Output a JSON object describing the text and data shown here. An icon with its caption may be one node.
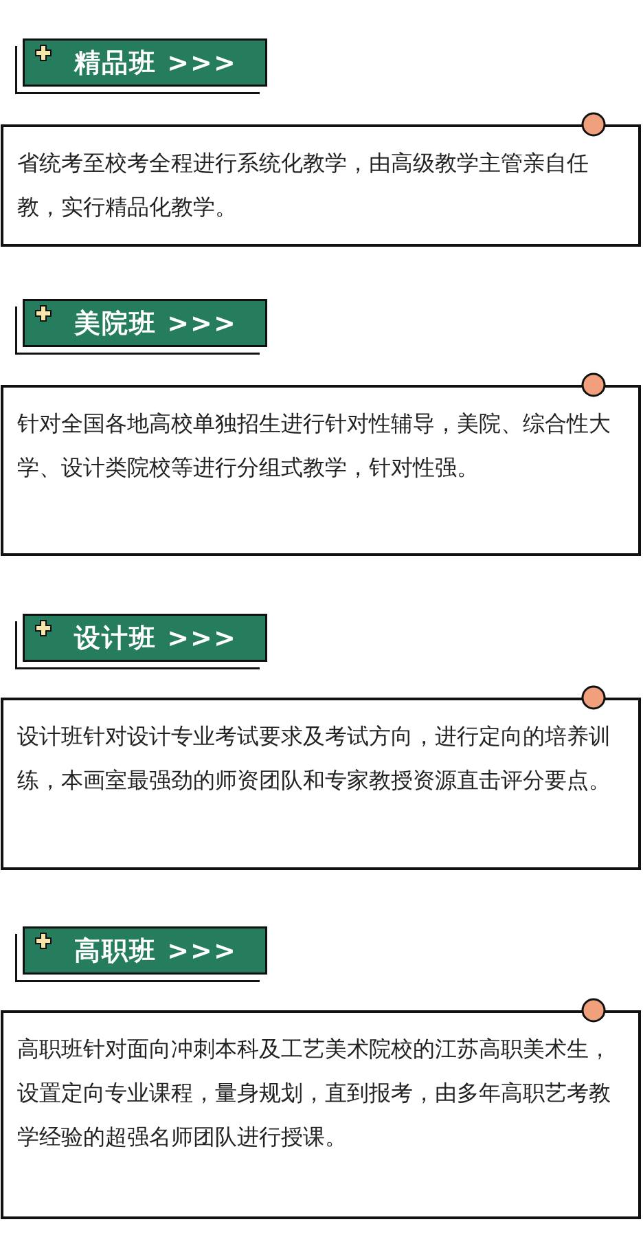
{
  "diagram": {
    "nodes": [
      {
        "text": [
          "精品班 >>>"
        ]
      },
      {
        "text": [
          "省统考至校考全程进行系统化教学，由高级教学主管亲自任教，实行精品化教学。"
        ]
      },
      {
        "text": [
          "美院班 >>>"
        ]
      },
      {
        "text": [
          "针对全国各地高校单独招生进行针对性辅导，美院、综合性大学、设计类院校等进行分组式教学，针对性强。"
        ]
      },
      {
        "text": [
          "设计班 >>>"
        ]
      },
      {
        "text": [
          "设计班针对设计专业考试要求及考试方向，进行定向的培养训练，本画室最强劲的师资团队和专家教授资源直击评分要点。"
        ]
      },
      {
        "text": [
          "高职班 >>>"
        ]
      },
      {
        "text": [
          "高职班针对面向冲刺本科及工艺美术院校的江苏高职美术生，设置定向专业课程，量身规划，直到报考，由多年高职艺考教学经验的超强名师团队进行授课。"
        ]
      }
    ]
  }
}
